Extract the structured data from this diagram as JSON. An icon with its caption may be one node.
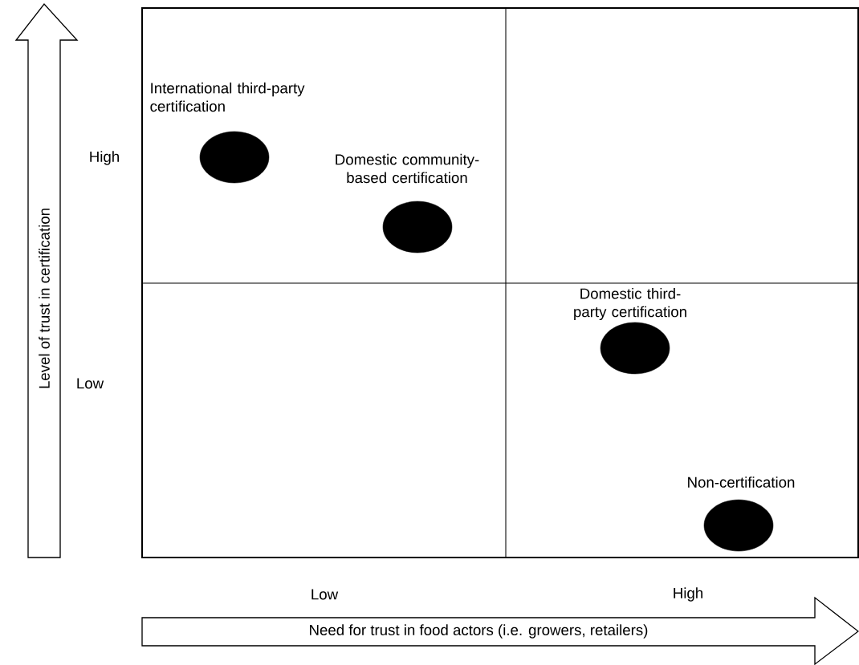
{
  "diagram": {
    "nodes": [
      {
        "text": [],
        "shape": "ellipse",
        "beside": [
          "International third-party certification"
        ]
      },
      {
        "text": [],
        "shape": "ellipse",
        "beside": [
          "Domestic community-based certification"
        ]
      },
      {
        "text": [],
        "shape": "ellipse",
        "beside": [
          "Domestic third-party certification"
        ]
      },
      {
        "text": [],
        "shape": "ellipse",
        "beside": [
          "Non-certification"
        ]
      },
      {
        "text": [
          "Level of trust in certification"
        ]
      },
      {
        "text": [
          "Need for trust in food actors (i.e. growers, retailers)"
        ]
      }
    ],
    "labels": [
      "High",
      "Low",
      "Low",
      "High"
    ]
  }
}
